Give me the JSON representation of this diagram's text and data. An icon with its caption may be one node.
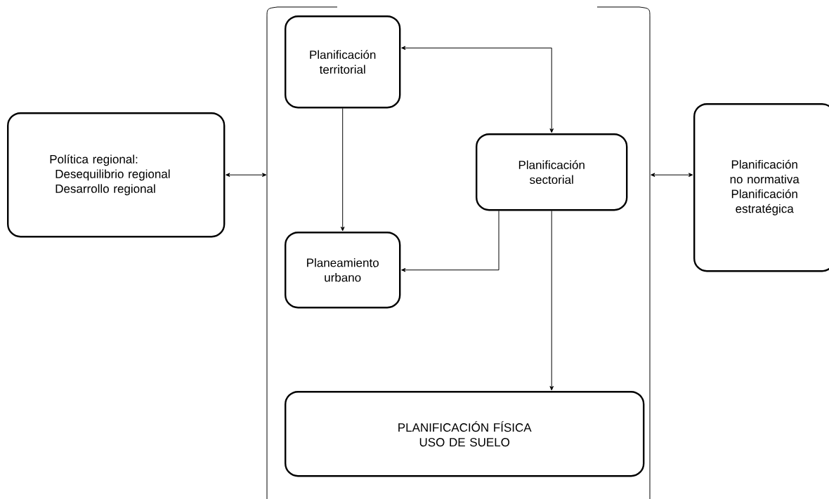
{
  "diagram": {
    "nodes": [
      {
        "text": [
          "Política regional:",
          "Desequilibrio regional",
          "Desarrollo regional"
        ]
      },
      {
        "text": [],
        "shape": "box"
      },
      {
        "text": [
          "Planificación territorial"
        ],
        "in": 1
      },
      {
        "text": [
          "Planificación sectorial"
        ],
        "in": 1
      },
      {
        "text": [
          "Planeamiento urbano"
        ],
        "in": 1
      },
      {
        "text": [
          "PLANIFICACIÓN FÍSICA",
          "USO DE SUELO"
        ],
        "in": 1
      },
      {
        "text": [
          "Planificación no normativa",
          "Planificación estratégica"
        ]
      }
    ],
    "edges": [
      {
        "from": 0,
        "to": 1,
        "arrow": "both"
      },
      {
        "from": 1,
        "to": 6,
        "arrow": "both"
      },
      {
        "from": 2,
        "to": 3,
        "arrow": "both"
      },
      {
        "from": 2,
        "to": 4,
        "arrow": "to"
      },
      {
        "from": 3,
        "to": 4,
        "arrow": "to"
      },
      {
        "from": 3,
        "to": 5,
        "arrow": "to"
      }
    ]
  }
}
